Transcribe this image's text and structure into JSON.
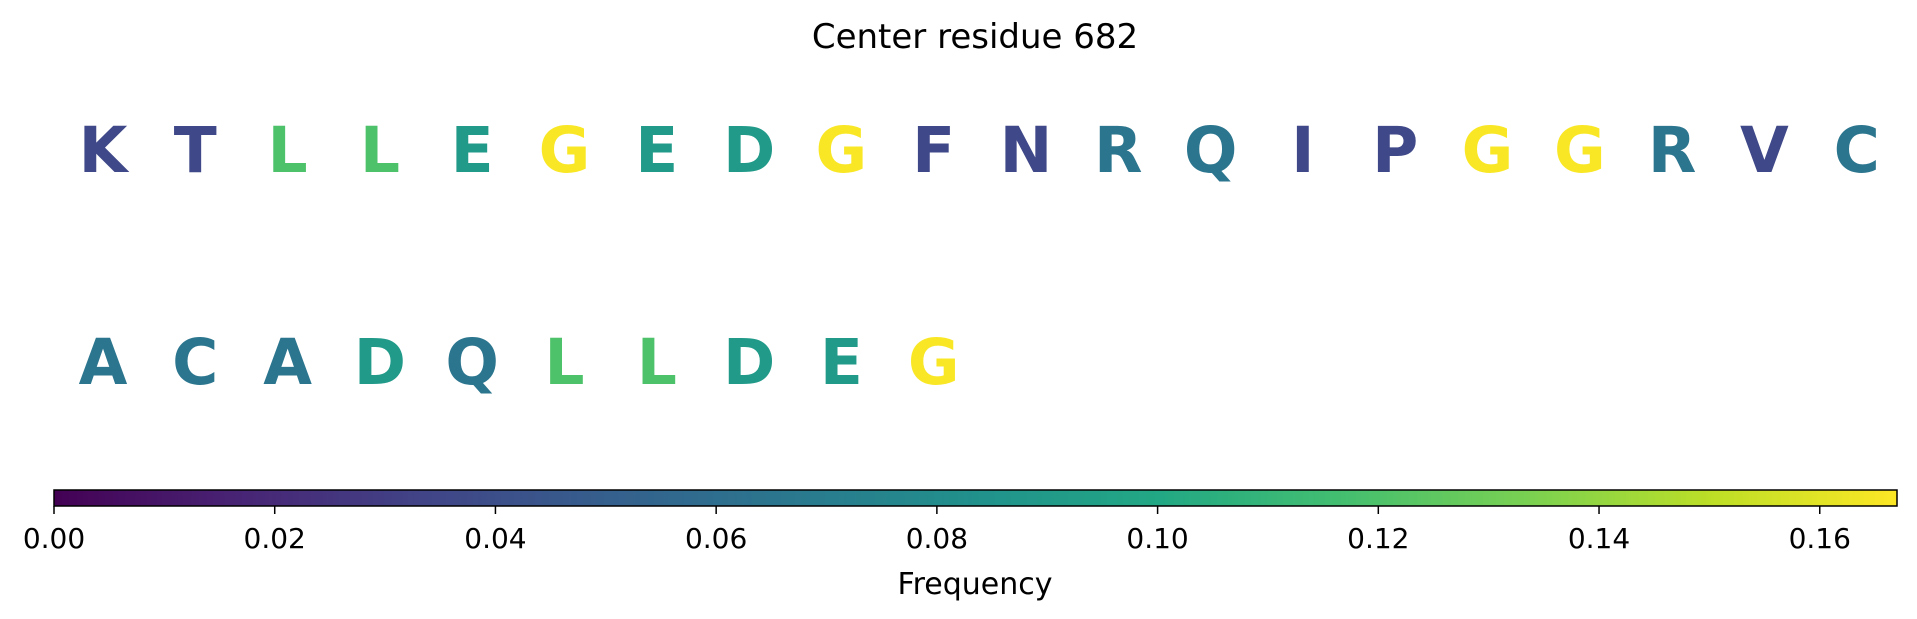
{
  "chart_data": {
    "type": "sequence-heat",
    "title": "Center residue 682",
    "rows": [
      {
        "residues": [
          "K",
          "T",
          "L",
          "L",
          "E",
          "G",
          "E",
          "D",
          "G",
          "F",
          "N",
          "R",
          "Q",
          "I",
          "P",
          "G",
          "G",
          "R",
          "V",
          "C"
        ],
        "values": [
          0.036,
          0.036,
          0.12,
          0.12,
          0.09,
          0.166,
          0.09,
          0.09,
          0.166,
          0.036,
          0.036,
          0.065,
          0.065,
          0.036,
          0.036,
          0.166,
          0.166,
          0.065,
          0.036,
          0.065
        ]
      },
      {
        "residues": [
          "A",
          "C",
          "A",
          "D",
          "Q",
          "L",
          "L",
          "D",
          "E",
          "G"
        ],
        "values": [
          0.065,
          0.065,
          0.065,
          0.09,
          0.065,
          0.12,
          0.12,
          0.09,
          0.09,
          0.166
        ]
      }
    ],
    "colorbar": {
      "label": "Frequency",
      "colormap": "viridis",
      "vmin": 0,
      "vmax": 0.167,
      "ticks": [
        0.0,
        0.02,
        0.04,
        0.06,
        0.08,
        0.1,
        0.12,
        0.14,
        0.16
      ],
      "tick_labels": [
        "0.00",
        "0.02",
        "0.04",
        "0.06",
        "0.08",
        "0.10",
        "0.12",
        "0.14",
        "0.16"
      ],
      "orientation": "horizontal"
    }
  }
}
